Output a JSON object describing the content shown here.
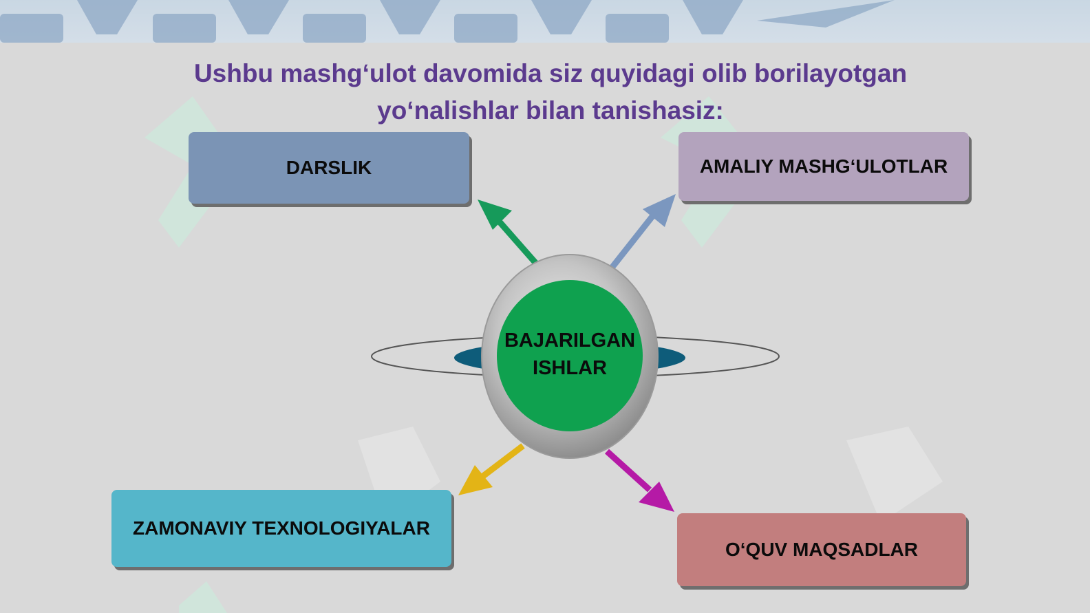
{
  "heading": {
    "line1": "Ushbu mashg‘ulot davomida siz quyidagi olib borilayotgan",
    "line2": "yo‘nalishlar bilan tanishasiz:"
  },
  "center": {
    "line1": "BAJARILGAN",
    "line2": "ISHLAR"
  },
  "boxes": {
    "darslik": "DARSLIK",
    "amaliy": "AMALIY MASHG‘ULOTLAR",
    "zamonaviy": "ZAMONAVIY TEXNOLOGIYALAR",
    "oquv": "O‘QUV MAQSADLAR"
  },
  "colors": {
    "heading": "#5b3a8e",
    "center_fill": "#0fa14f",
    "arrow_green": "#169a5a",
    "arrow_blue": "#7b97bf",
    "arrow_yellow": "#e3b416",
    "arrow_magenta": "#b51aa6",
    "box_darslik": "#7b94b5",
    "box_amaliy": "#b3a3bd",
    "box_zamonaviy": "#55b6ca",
    "box_oquv": "#c27e7e"
  }
}
